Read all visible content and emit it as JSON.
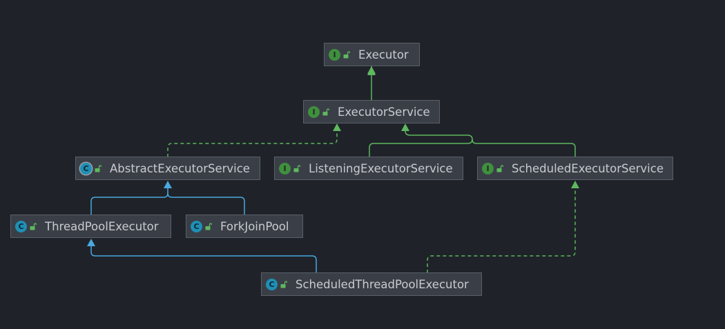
{
  "diagram": {
    "colors": {
      "background": "#1f2329",
      "node_fill": "#3a3f47",
      "node_border": "#5a6069",
      "text": "#c8cbd0",
      "interface_badge": "#3f8f3f",
      "class_badge": "#1f8fb5",
      "implements_edge": "#5fb85f",
      "extends_edge": "#4aa8e0"
    },
    "nodes": [
      {
        "id": "executor",
        "label": "Executor",
        "kind": "interface",
        "badge": "I"
      },
      {
        "id": "executor-service",
        "label": "ExecutorService",
        "kind": "interface",
        "badge": "I"
      },
      {
        "id": "abstract-executor-service",
        "label": "AbstractExecutorService",
        "kind": "abstract",
        "badge": "C"
      },
      {
        "id": "listening-executor-service",
        "label": "ListeningExecutorService",
        "kind": "interface",
        "badge": "I"
      },
      {
        "id": "scheduled-executor-service",
        "label": "ScheduledExecutorService",
        "kind": "interface",
        "badge": "I"
      },
      {
        "id": "thread-pool-executor",
        "label": "ThreadPoolExecutor",
        "kind": "class",
        "badge": "C"
      },
      {
        "id": "fork-join-pool",
        "label": "ForkJoinPool",
        "kind": "class",
        "badge": "C"
      },
      {
        "id": "scheduled-thread-pool-executor",
        "label": "ScheduledThreadPoolExecutor",
        "kind": "class",
        "badge": "C"
      }
    ],
    "edges": [
      {
        "from": "executor-service",
        "to": "executor",
        "type": "extends-interface",
        "style": "solid"
      },
      {
        "from": "abstract-executor-service",
        "to": "executor-service",
        "type": "implements",
        "style": "dashed"
      },
      {
        "from": "listening-executor-service",
        "to": "executor-service",
        "type": "extends-interface",
        "style": "solid"
      },
      {
        "from": "scheduled-executor-service",
        "to": "executor-service",
        "type": "extends-interface",
        "style": "solid"
      },
      {
        "from": "thread-pool-executor",
        "to": "abstract-executor-service",
        "type": "extends-class",
        "style": "solid"
      },
      {
        "from": "fork-join-pool",
        "to": "abstract-executor-service",
        "type": "extends-class",
        "style": "solid"
      },
      {
        "from": "scheduled-thread-pool-executor",
        "to": "thread-pool-executor",
        "type": "extends-class",
        "style": "solid"
      },
      {
        "from": "scheduled-thread-pool-executor",
        "to": "scheduled-executor-service",
        "type": "implements",
        "style": "dashed"
      }
    ]
  }
}
